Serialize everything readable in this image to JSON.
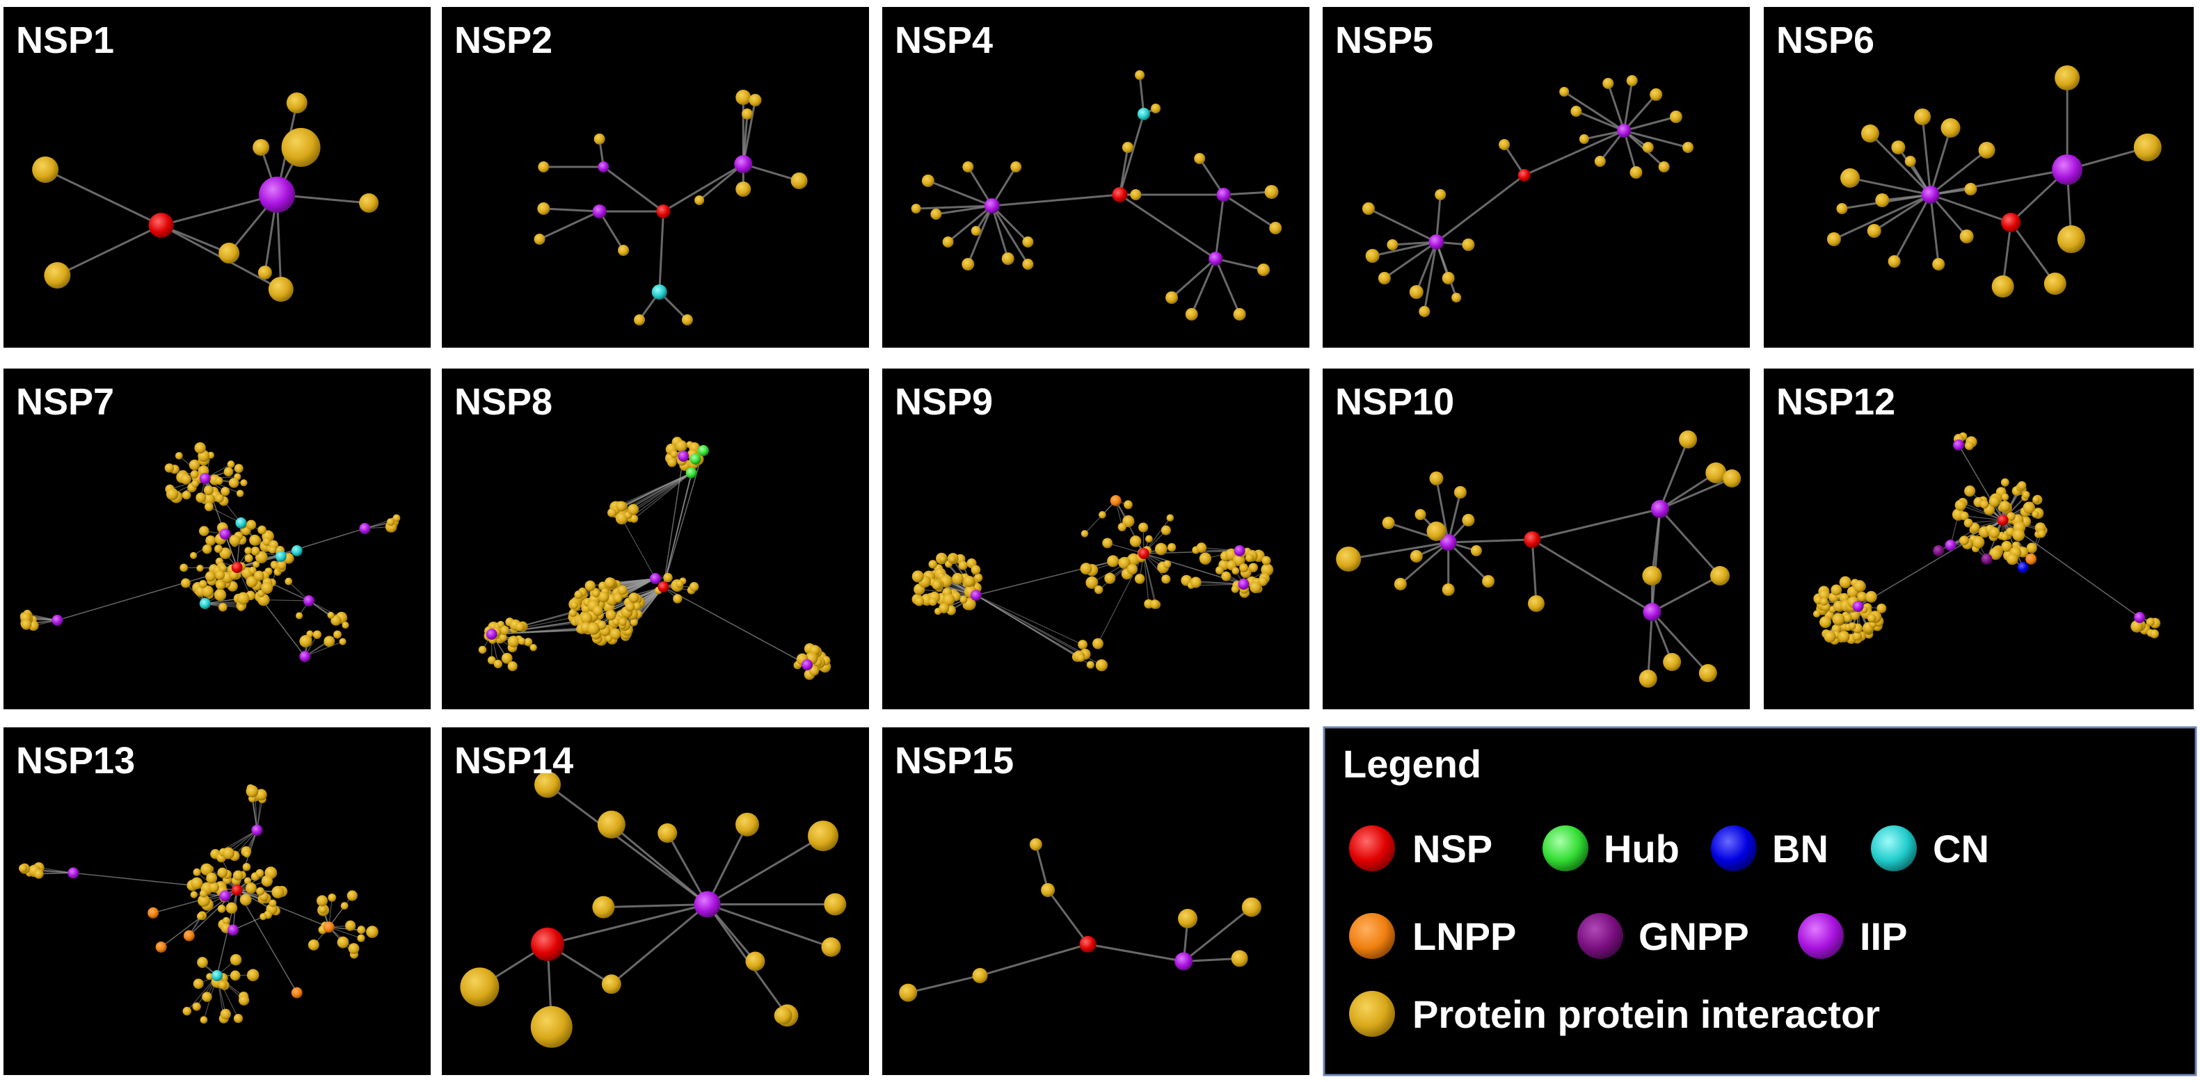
{
  "panels": [
    {
      "title": "NSP1",
      "theme": "small-dense"
    },
    {
      "title": "NSP2",
      "theme": "tree"
    },
    {
      "title": "NSP4",
      "theme": "multi-hub"
    },
    {
      "title": "NSP5",
      "theme": "two-cluster"
    },
    {
      "title": "NSP6",
      "theme": "large-nodes"
    },
    {
      "title": "NSP7",
      "theme": "dense"
    },
    {
      "title": "NSP8",
      "theme": "dense"
    },
    {
      "title": "NSP9",
      "theme": "dense"
    },
    {
      "title": "NSP10",
      "theme": "medium"
    },
    {
      "title": "NSP12",
      "theme": "dense"
    },
    {
      "title": "NSP13",
      "theme": "dense"
    },
    {
      "title": "NSP14",
      "theme": "large-nodes"
    },
    {
      "title": "NSP15",
      "theme": "sparse"
    }
  ],
  "legend": {
    "title": "Legend",
    "items": [
      {
        "label": "NSP",
        "color": "#ff0000"
      },
      {
        "label": "Hub",
        "color": "#44ee44"
      },
      {
        "label": "BN",
        "color": "#0000ee"
      },
      {
        "label": "CN",
        "color": "#22dddd"
      },
      {
        "label": "LNPP",
        "color": "#f07f10"
      },
      {
        "label": "GNPP",
        "color": "#7a0f80"
      },
      {
        "label": "IIP",
        "color": "#b010e8"
      },
      {
        "label": "Protein protein interactor",
        "color": "#d9a81a"
      }
    ]
  }
}
